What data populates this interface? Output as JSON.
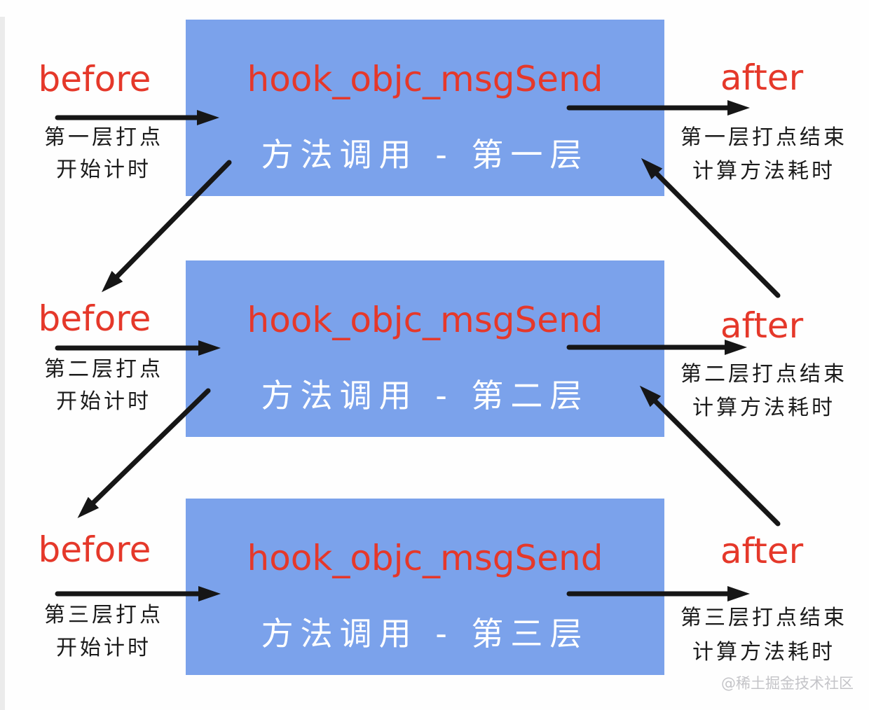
{
  "colors": {
    "box_blue": "#7BA2EB",
    "accent_red": "#E5382A",
    "ink_black": "#161616",
    "subtitle_white": "#FFFFFF",
    "watermark_gray": "#C4C4C8"
  },
  "layers": [
    {
      "box_title": "hook_objc_msgSend",
      "box_subtitle": "方法调用 - 第一层",
      "before_label": "before",
      "before_note": [
        "第一层打点",
        "开始计时"
      ],
      "after_label": "after",
      "after_note": [
        "第一层打点结束",
        "计算方法耗时"
      ]
    },
    {
      "box_title": "hook_objc_msgSend",
      "box_subtitle": "方法调用 - 第二层",
      "before_label": "before",
      "before_note": [
        "第二层打点",
        "开始计时"
      ],
      "after_label": "after",
      "after_note": [
        "第二层打点结束",
        "计算方法耗时"
      ]
    },
    {
      "box_title": "hook_objc_msgSend",
      "box_subtitle": "方法调用 - 第三层",
      "before_label": "before",
      "before_note": [
        "第三层打点",
        "开始计时"
      ],
      "after_label": "after",
      "after_note": [
        "第三层打点结束",
        "计算方法耗时"
      ]
    }
  ],
  "watermark": "@稀土掘金技术社区"
}
